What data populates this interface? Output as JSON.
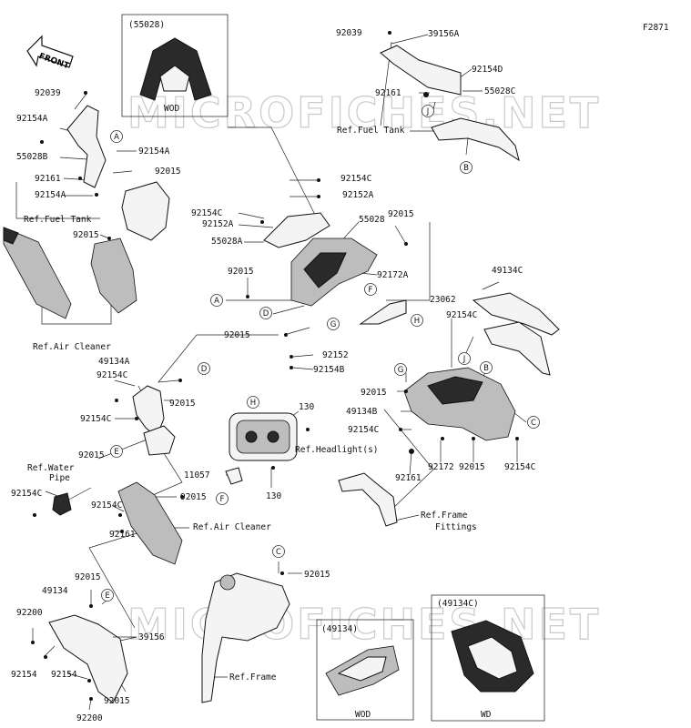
{
  "figure_code": "F2871",
  "watermark": "MICROFICHES.NET",
  "front_arrow": "FRONT",
  "insets": [
    {
      "code": "(55028)",
      "variant": "WOD"
    },
    {
      "code": "(49134)",
      "variant": "WOD"
    },
    {
      "code": "(49134C)",
      "variant": "WD"
    }
  ],
  "labels": [
    {
      "text": "92039"
    },
    {
      "text": "39156A"
    },
    {
      "text": "92154D"
    },
    {
      "text": "92161"
    },
    {
      "text": "55028C"
    },
    {
      "text": "Ref.Fuel Tank"
    },
    {
      "text": "92039"
    },
    {
      "text": "92154A"
    },
    {
      "text": "92154A"
    },
    {
      "text": "55028B"
    },
    {
      "text": "92015"
    },
    {
      "text": "92161"
    },
    {
      "text": "92154A"
    },
    {
      "text": "Ref.Fuel Tank"
    },
    {
      "text": "92015"
    },
    {
      "text": "Ref.Air Cleaner"
    },
    {
      "text": "92154C"
    },
    {
      "text": "92152A"
    },
    {
      "text": "92154C"
    },
    {
      "text": "92152A"
    },
    {
      "text": "55028A"
    },
    {
      "text": "55028"
    },
    {
      "text": "92015"
    },
    {
      "text": "92015"
    },
    {
      "text": "92172A"
    },
    {
      "text": "23062"
    },
    {
      "text": "92015"
    },
    {
      "text": "92152"
    },
    {
      "text": "92154B"
    },
    {
      "text": "49134C"
    },
    {
      "text": "92154C"
    },
    {
      "text": "49134A"
    },
    {
      "text": "92154C"
    },
    {
      "text": "92015"
    },
    {
      "text": "92154C"
    },
    {
      "text": "130"
    },
    {
      "text": "Ref.Headlight(s)"
    },
    {
      "text": "11057"
    },
    {
      "text": "130"
    },
    {
      "text": "92015"
    },
    {
      "text": "49134B"
    },
    {
      "text": "92154C"
    },
    {
      "text": "92172"
    },
    {
      "text": "92015"
    },
    {
      "text": "92154C"
    },
    {
      "text": "92161"
    },
    {
      "text": "Ref.Frame"
    },
    {
      "text": "Fittings"
    },
    {
      "text": "92015"
    },
    {
      "text": "Ref.Water"
    },
    {
      "text": "Pipe"
    },
    {
      "text": "92015"
    },
    {
      "text": "92154C"
    },
    {
      "text": "92154C"
    },
    {
      "text": "Ref.Air Cleaner"
    },
    {
      "text": "92161"
    },
    {
      "text": "92015"
    },
    {
      "text": "92015"
    },
    {
      "text": "49134"
    },
    {
      "text": "92200"
    },
    {
      "text": "39156"
    },
    {
      "text": "Ref.Frame"
    },
    {
      "text": "92154"
    },
    {
      "text": "92154"
    },
    {
      "text": "92015"
    },
    {
      "text": "92200"
    }
  ],
  "callouts": [
    {
      "letter": "A"
    },
    {
      "letter": "J"
    },
    {
      "letter": "B"
    },
    {
      "letter": "A"
    },
    {
      "letter": "D"
    },
    {
      "letter": "F"
    },
    {
      "letter": "G"
    },
    {
      "letter": "H"
    },
    {
      "letter": "D"
    },
    {
      "letter": "E"
    },
    {
      "letter": "H"
    },
    {
      "letter": "F"
    },
    {
      "letter": "J"
    },
    {
      "letter": "B"
    },
    {
      "letter": "G"
    },
    {
      "letter": "C"
    },
    {
      "letter": "C"
    },
    {
      "letter": "E"
    }
  ]
}
